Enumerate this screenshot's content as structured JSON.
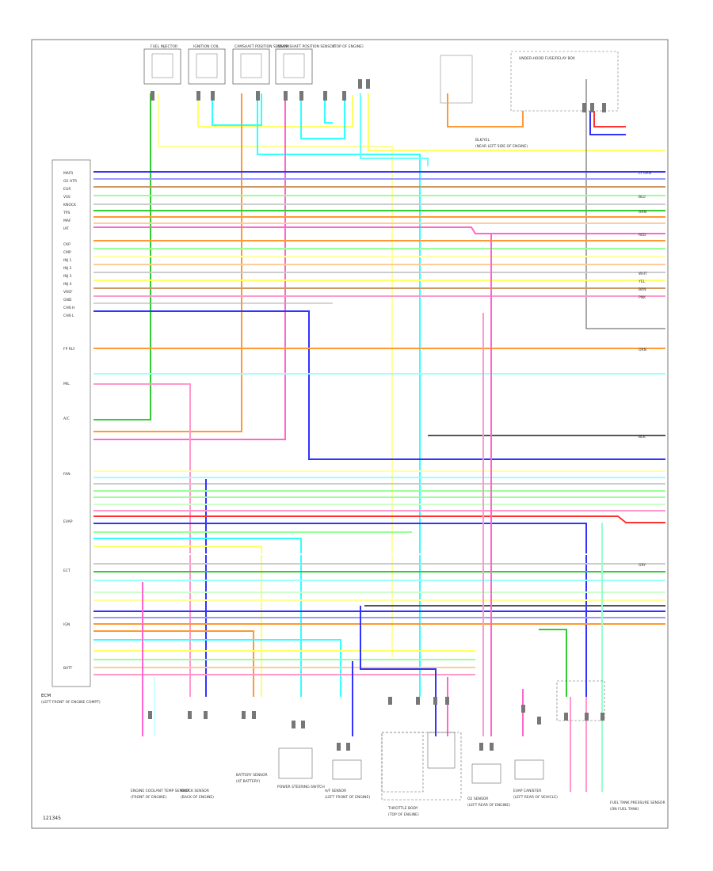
{
  "page_id": "121345",
  "module": {
    "name": "ECM",
    "location": "(LEFT FRONT OF ENGINE COMPT)",
    "pin_labels": [
      "MAP1",
      "O2 HTR",
      "EGR",
      "VSS",
      "KNOCK",
      "TPS",
      "MAF",
      "IAT",
      "CKP",
      "CMP",
      "INJ 1",
      "INJ 2",
      "INJ 3",
      "INJ 4",
      "VREF",
      "GND",
      "CAN H",
      "CAN L",
      "FP RLY",
      "MIL",
      "A/C",
      "FAN",
      "EVAP",
      "ECT",
      "IGN",
      "BATT"
    ],
    "right_side_labels": [
      "LT GRN",
      "BLU",
      "GRN",
      "RED",
      "WHT",
      "YEL",
      "ORN",
      "BRN",
      "PNK",
      "GRY",
      "BLK"
    ]
  },
  "top_labels": {
    "comp_1": "FUEL INJECTOR",
    "comp_2": "IGNITION COIL",
    "comp_3": "CAMSHAFT POSITION SENSOR",
    "comp_4": "CRANKSHAFT POSITION SENSOR",
    "connector_note": "(TOP OF ENGINE)",
    "wire_note": "BLK/YEL",
    "relay_block": "UNDER-HOOD FUSE/RELAY BOX",
    "splice_note": "(NEAR LEFT SIDE OF ENGINE)"
  },
  "bottom_components": [
    {
      "name": "ENGINE COOLANT TEMP SENSOR",
      "loc": "(FRONT OF ENGINE)"
    },
    {
      "name": "KNOCK SENSOR",
      "loc": "(BACK OF ENGINE)"
    },
    {
      "name": "BATTERY SENSOR",
      "loc": "(AT BATTERY)"
    },
    {
      "name": "POWER STEERING SWITCH",
      "loc": ""
    },
    {
      "name": "A/F SENSOR",
      "loc": "(LEFT FRONT OF ENGINE)"
    },
    {
      "name": "THROTTLE BODY",
      "loc": "(TOP OF ENGINE)"
    },
    {
      "name": "O2 SENSOR",
      "loc": "(LEFT REAR OF ENGINE)"
    },
    {
      "name": "EVAP CANISTER",
      "loc": "(LEFT REAR OF VEHICLE)"
    },
    {
      "name": "FUEL TANK PRESSURE SENSOR",
      "loc": "(ON FUEL TANK)"
    }
  ],
  "colors": {
    "frame": "#555555",
    "pink": "#ff66cc",
    "blue": "#3333ff",
    "green": "#33cc33",
    "lt_green": "#99ff99",
    "yellow": "#ffff33",
    "orange": "#ff9933",
    "cyan": "#33ffff",
    "red": "#ff3333",
    "gray": "#999999",
    "black": "#222222",
    "brown": "#cc9966",
    "pale_yellow": "#ffffaa",
    "tan": "#ffcc99"
  }
}
